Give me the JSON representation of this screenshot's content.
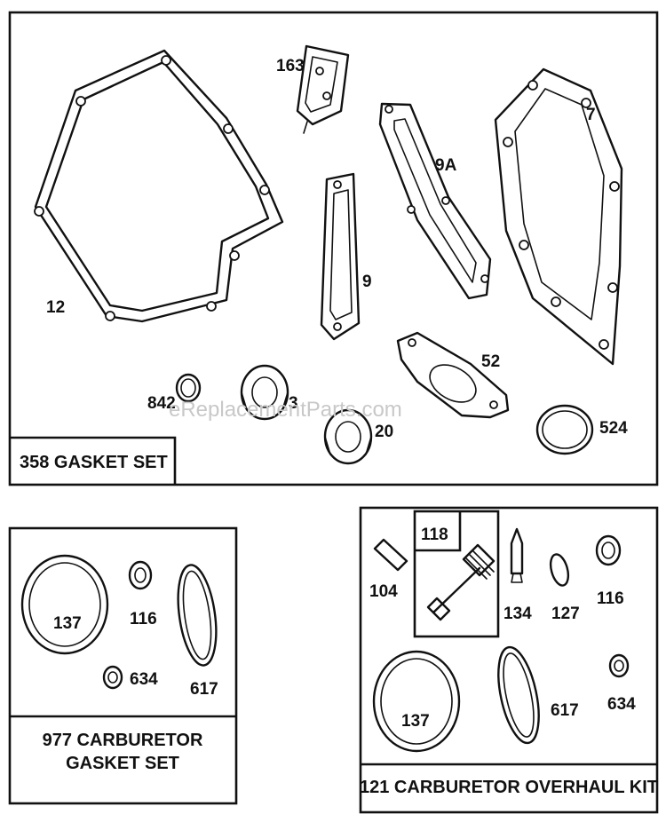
{
  "watermark": "eReplacementParts.com",
  "gasket_set": {
    "title": "358 GASKET SET",
    "labels": {
      "p12": "12",
      "p163": "163",
      "p9a": "9A",
      "p7": "7",
      "p9": "9",
      "p52": "52",
      "p842": "842",
      "p3": "3",
      "p20": "20",
      "p524": "524"
    }
  },
  "carb_gasket_set": {
    "title_line1": "977 CARBURETOR",
    "title_line2": "GASKET SET",
    "labels": {
      "p137": "137",
      "p116": "116",
      "p634": "634",
      "p617": "617"
    }
  },
  "overhaul_kit": {
    "title": "121 CARBURETOR OVERHAUL KIT",
    "labels": {
      "p118": "118",
      "p104": "104",
      "p134": "134",
      "p127": "127",
      "p116": "116",
      "p137": "137",
      "p617": "617",
      "p634": "634"
    }
  }
}
